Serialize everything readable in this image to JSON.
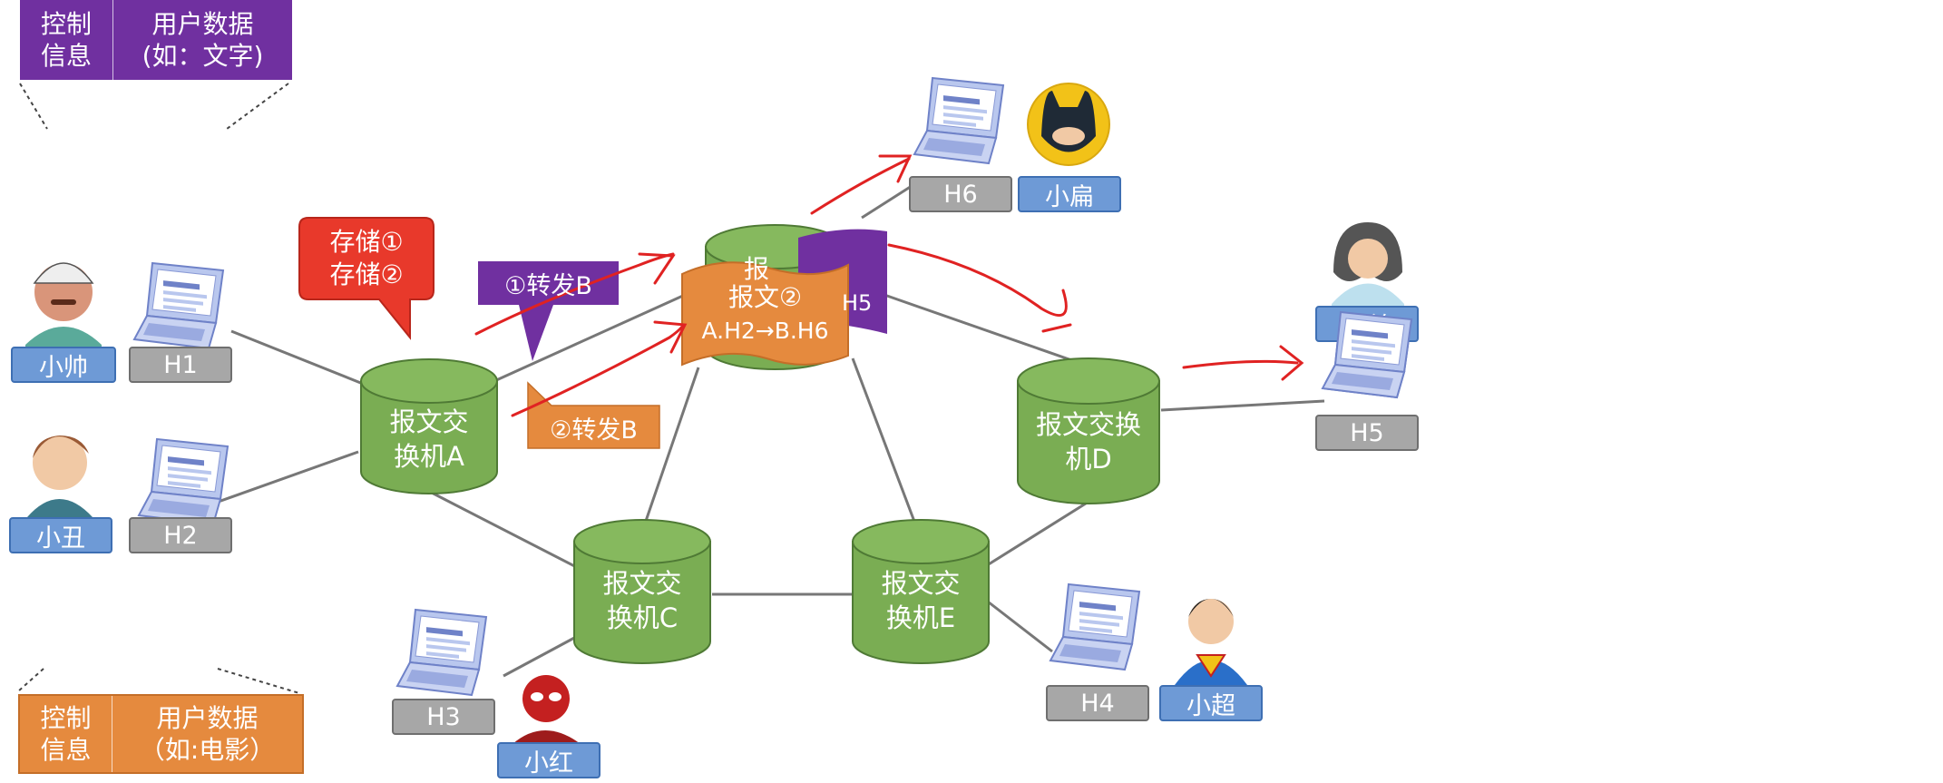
{
  "packet_top": {
    "ctrl": "控制\n信息",
    "data": "用户数据\n(如：文字)",
    "color": "#7030a0"
  },
  "packet_bottom": {
    "ctrl": "控制\n信息",
    "data": "用户数据\n（如:电影）",
    "color": "#e58a3e"
  },
  "switches": {
    "A": "报文交\n换机A",
    "B_partial": "报",
    "C": "报文交\n换机C",
    "D": "报文交换\n机D",
    "E": "报文交\n换机E"
  },
  "hosts": {
    "h1": "H1",
    "h2": "H2",
    "h3": "H3",
    "h4": "H4",
    "h5": "H5",
    "h6": "H6"
  },
  "users": {
    "h1": "小帅",
    "h2": "小丑",
    "h3": "小红",
    "h4": "小超",
    "h5": "小美",
    "h6": "小扁"
  },
  "callouts": {
    "store": "存储①\n存储②",
    "forward1": "①转发B",
    "forward2": "②转发B"
  },
  "message1": {
    "label_partial": "H5"
  },
  "message2": {
    "title": "报文②",
    "route": "A.H2→B.H6"
  },
  "colors": {
    "switch_fill": "#7aad53",
    "switch_stroke": "#4f7a35",
    "store_callout": "#e8392b",
    "forward1_callout": "#7030a0",
    "forward2_callout": "#e58a3e",
    "arrow": "#e02222",
    "link": "#777777"
  }
}
